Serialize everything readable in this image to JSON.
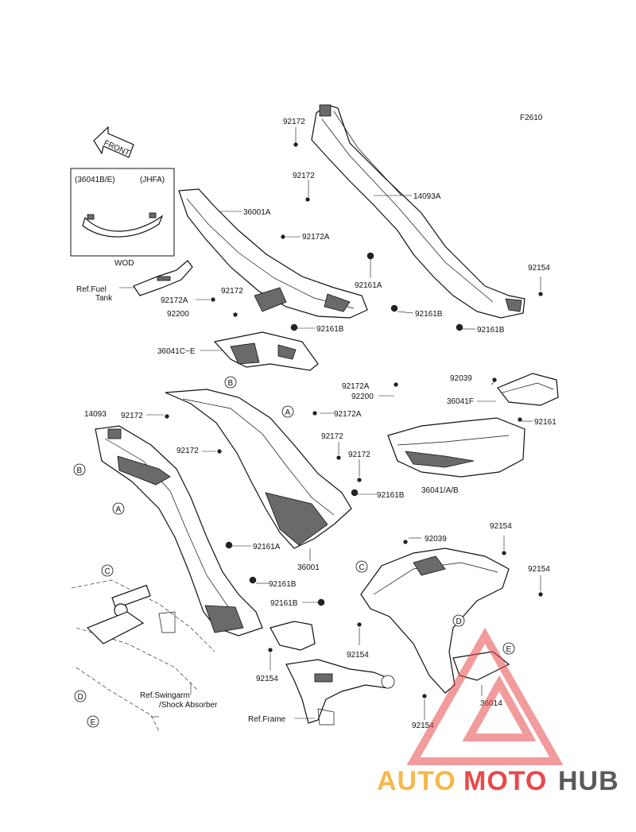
{
  "figure_code": "F2610",
  "front_arrow_label": "FRONT",
  "inset": {
    "left_label": "(36041B/E)",
    "right_label": "(JHFA)",
    "caption": "WOD"
  },
  "callouts": {
    "a": "A",
    "b": "B",
    "c": "C",
    "d": "D",
    "e": "E"
  },
  "labels": {
    "l_92172_top": "92172",
    "l_92172_mid": "92172",
    "l_14093A": "14093A",
    "l_36001A": "36001A",
    "l_92172A_1": "92172A",
    "l_92161A_1": "92161A",
    "l_92154_top": "92154",
    "l_92161B_1": "92161B",
    "l_92161B_2": "92161B",
    "l_92172A_2": "92172A",
    "l_92172_3": "92172",
    "l_92200_1": "92200",
    "l_92161B_3": "92161B",
    "l_36041CE": "36041C~E",
    "l_92039_1": "92039",
    "l_92172A_3": "92172A",
    "l_92200_2": "92200",
    "l_36041F": "36041F",
    "l_92161": "92161",
    "l_14093": "14093",
    "l_92172_4": "92172",
    "l_92172A_4": "92172A",
    "l_92172_5": "92172",
    "l_92172_6": "92172",
    "l_92172_7": "92172",
    "l_92161B_4": "92161B",
    "l_36041AB": "36041/A/B",
    "l_92161A_2": "92161A",
    "l_36001": "36001",
    "l_92039_2": "92039",
    "l_92154_a": "92154",
    "l_92154_b": "92154",
    "l_92161B_5": "92161B",
    "l_92161B_6": "92161B",
    "l_92154_c": "92154",
    "l_92154_d": "92154",
    "l_92154_e": "92154",
    "l_36014": "36014"
  },
  "references": {
    "ref_fuel_1": "Ref.Fuel",
    "ref_fuel_2": "Tank",
    "ref_swing_1": "Ref.Swingarm",
    "ref_swing_2": "/Shock Absorber",
    "ref_frame": "Ref.Frame"
  },
  "watermark": {
    "part_a": "AUTO",
    "part_b": "MOTO",
    "part_c": "HUB",
    "color_triangle": "#e8484a",
    "color_auto": "#f6b84a",
    "color_hub": "#5a5a5a"
  }
}
